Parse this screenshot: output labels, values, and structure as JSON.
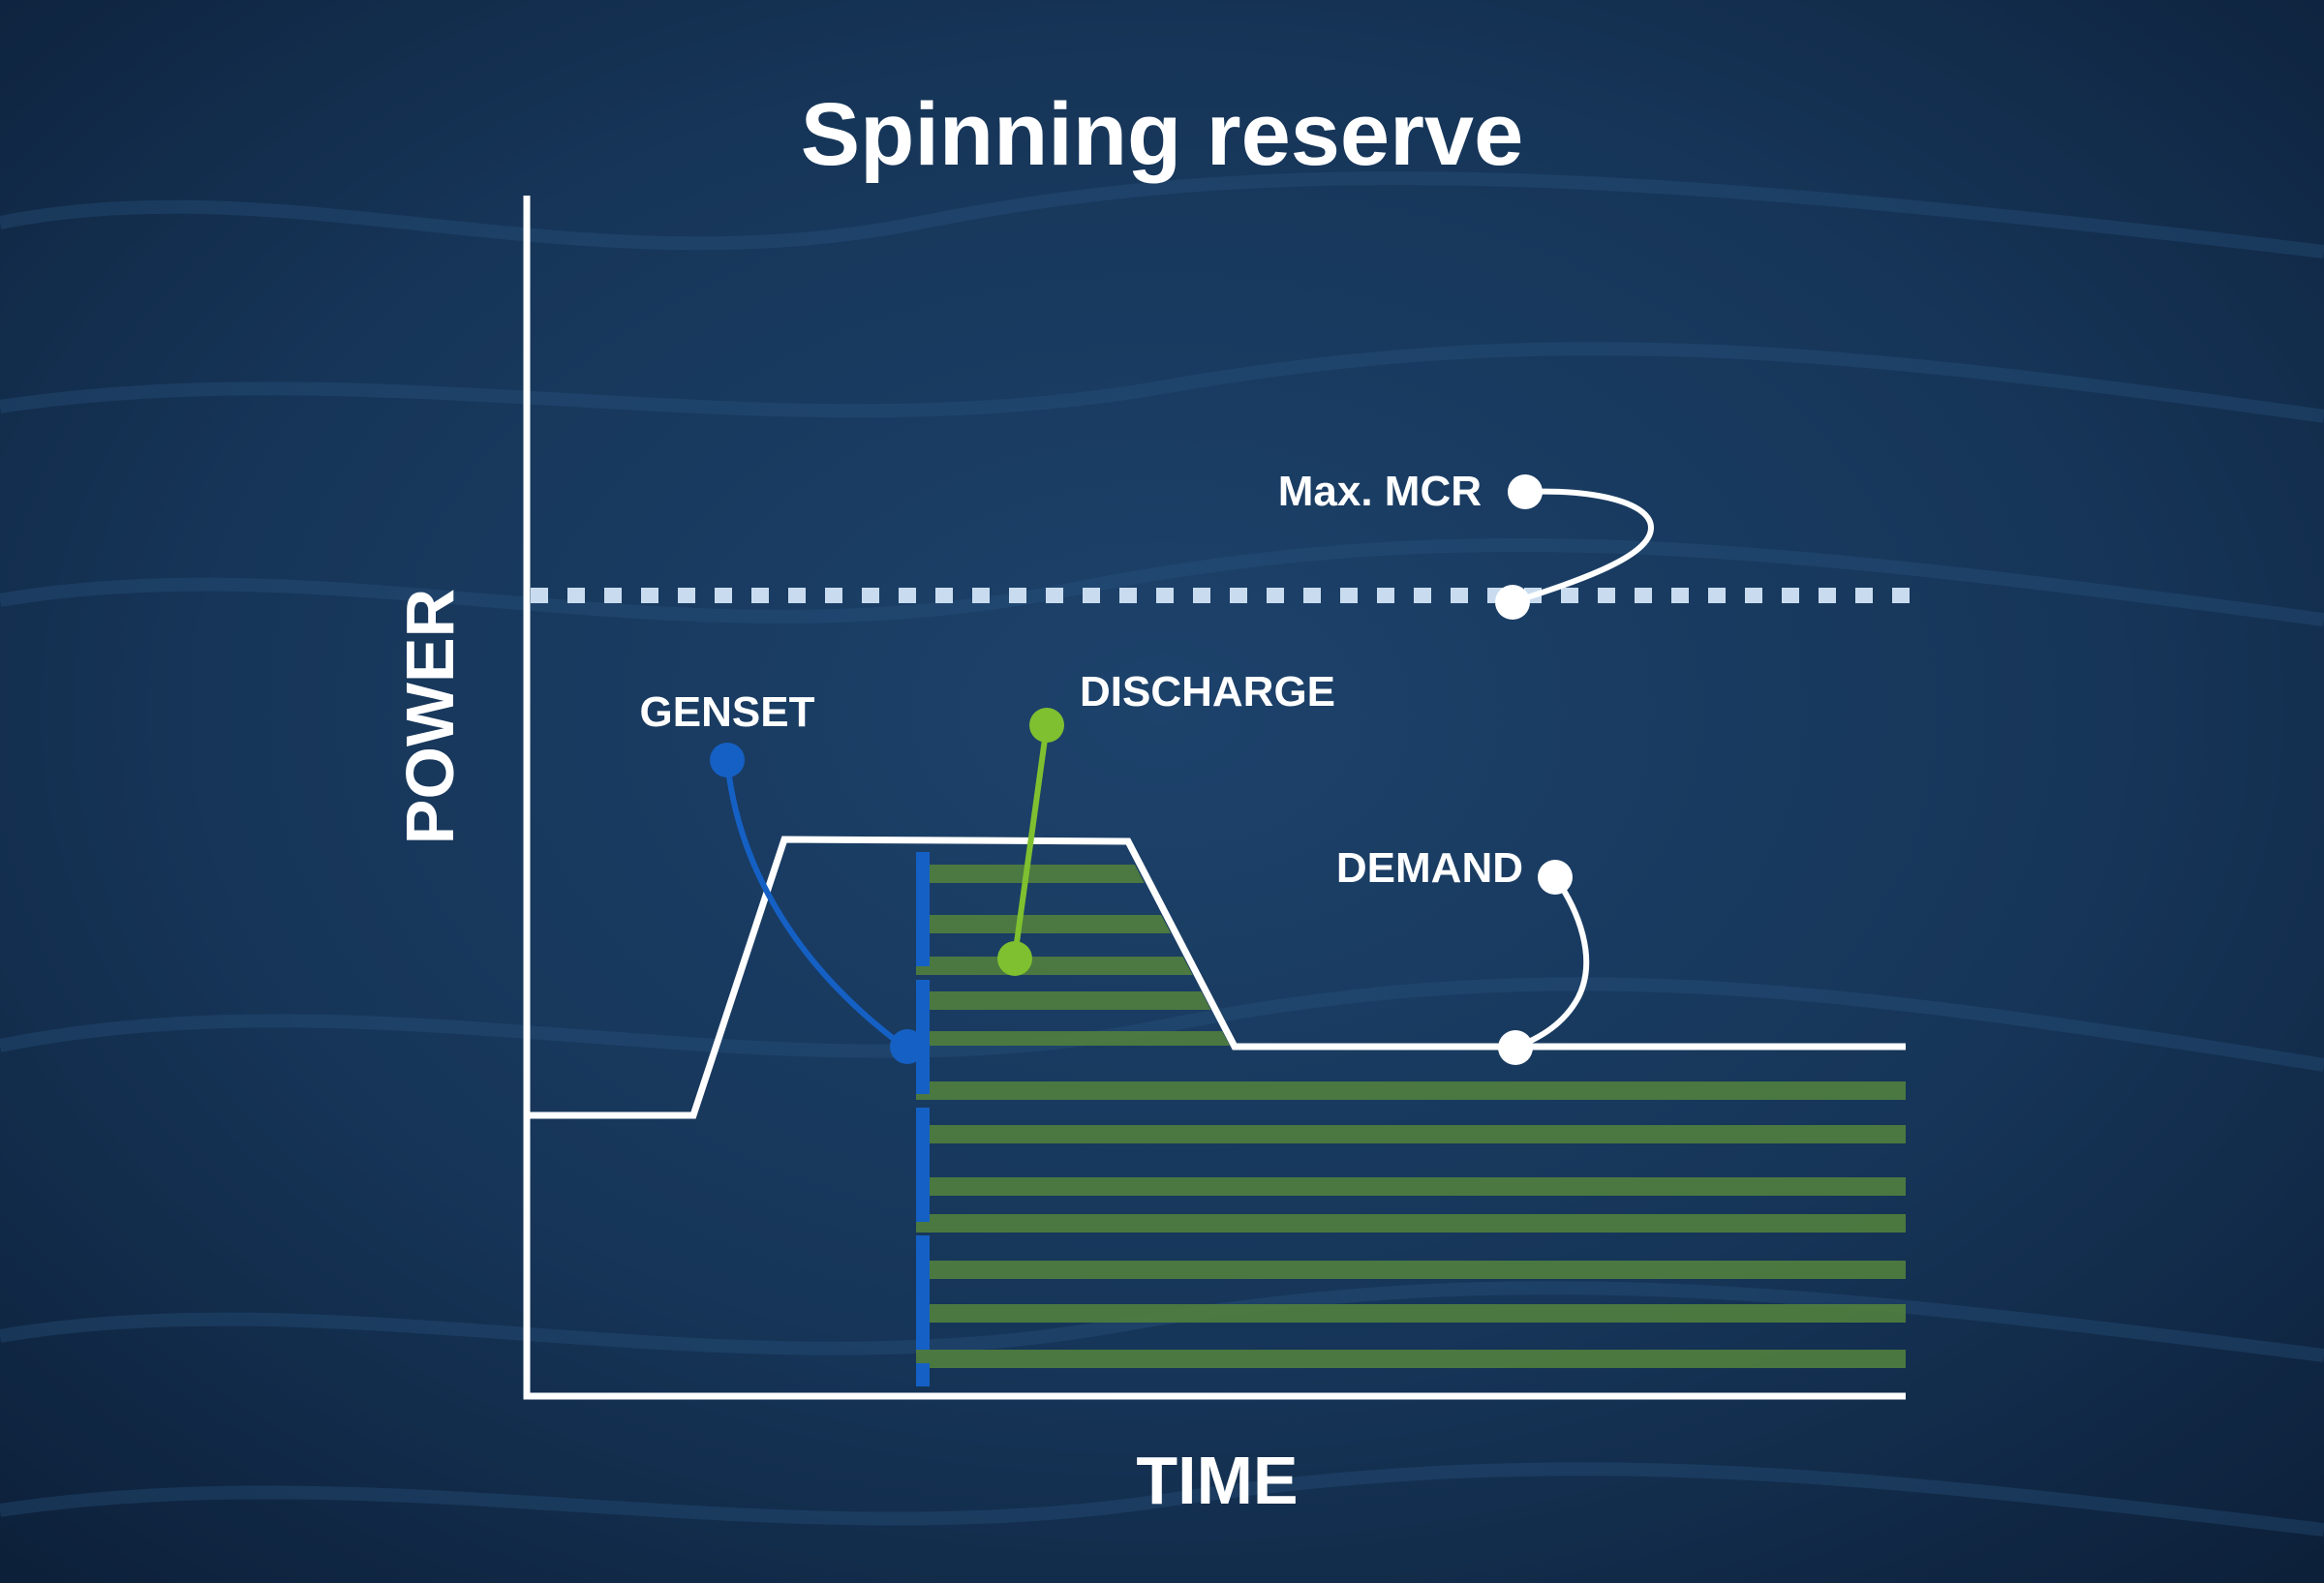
{
  "title": "Spinning reserve",
  "axes": {
    "x_label": "TIME",
    "y_label": "POWER"
  },
  "labels": {
    "max_mcr": "Max. MCR",
    "genset": "GENSET",
    "discharge": "DISCHARGE",
    "demand": "DEMAND"
  },
  "colors": {
    "background": "#122c4c",
    "foreground": "#ffffff",
    "mcr_line": "#c9dcef",
    "genset": "#1560c4",
    "discharge": "#7ec02f",
    "reserve_fill": "#4f7e3e"
  },
  "icons": [
    "dot-marker"
  ]
}
